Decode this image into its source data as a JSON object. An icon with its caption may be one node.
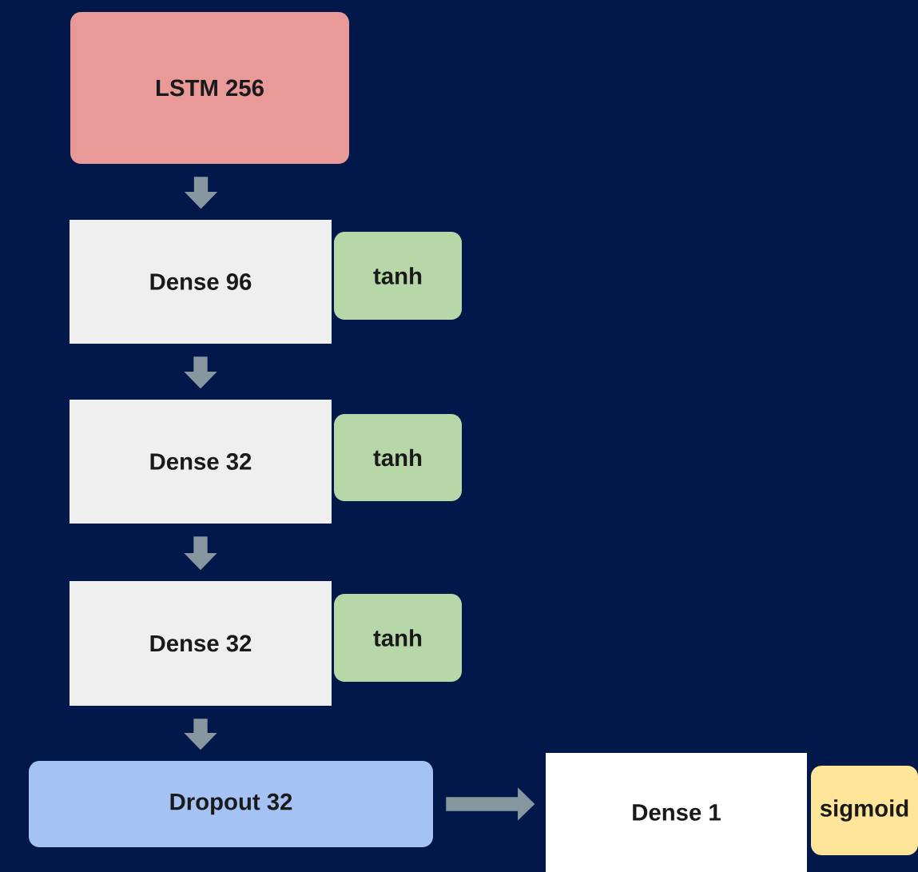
{
  "diagram": {
    "nodes": [
      {
        "text": [
          "LSTM 256"
        ]
      },
      {
        "text": [
          "Dense 96"
        ]
      },
      {
        "text": [
          "tanh"
        ]
      },
      {
        "text": [
          "Dense 32"
        ]
      },
      {
        "text": [
          "tanh"
        ]
      },
      {
        "text": [
          "Dense 32"
        ]
      },
      {
        "text": [
          "tanh"
        ]
      },
      {
        "text": [
          "Dropout 32"
        ]
      },
      {
        "text": [
          "Dense 1"
        ]
      },
      {
        "text": [
          "sigmoid"
        ]
      }
    ],
    "edges": [
      {
        "from": 0,
        "to": 1,
        "arrow": "to"
      },
      {
        "from": 1,
        "to": 3,
        "arrow": "to"
      },
      {
        "from": 3,
        "to": 5,
        "arrow": "to"
      },
      {
        "from": 5,
        "to": 7,
        "arrow": "to"
      },
      {
        "from": 7,
        "to": 8,
        "arrow": "to"
      }
    ]
  }
}
